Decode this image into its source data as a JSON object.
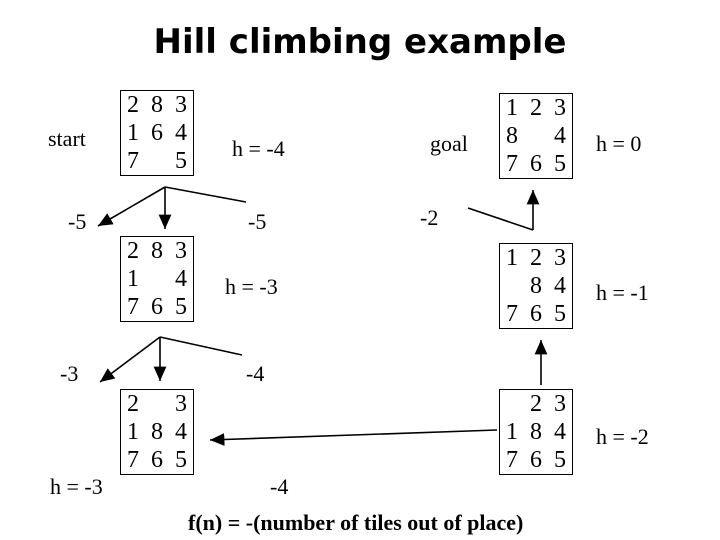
{
  "title": "Hill climbing example",
  "start_label": "start",
  "goal_label": "goal",
  "start_state": {
    "cells": [
      "2",
      "8",
      "3",
      "1",
      "6",
      "4",
      "7",
      "",
      "5"
    ],
    "h": "h = -4"
  },
  "goal_state": {
    "cells": [
      "1",
      "2",
      "3",
      "8",
      "",
      "4",
      "7",
      "6",
      "5"
    ],
    "h": "h = 0"
  },
  "left_level1": {
    "cells": [
      "2",
      "8",
      "3",
      "1",
      "",
      "4",
      "7",
      "6",
      "5"
    ],
    "h": "h = -3"
  },
  "left_level2": {
    "cells": [
      "2",
      "",
      "3",
      "1",
      "8",
      "4",
      "7",
      "6",
      "5"
    ],
    "h": "h = -3"
  },
  "right_level1": {
    "cells": [
      "1",
      "2",
      "3",
      "",
      "8",
      "4",
      "7",
      "6",
      "5"
    ],
    "h": "h = -1"
  },
  "right_level2": {
    "cells": [
      "",
      "2",
      "3",
      "1",
      "8",
      "4",
      "7",
      "6",
      "5"
    ],
    "h": "h = -2"
  },
  "edge_labels": {
    "start_left": "-5",
    "start_down": "-5",
    "goal_edge": "-2",
    "mid_left": "-3",
    "mid_down": "-4",
    "bottom_right": "-4"
  },
  "formula": "f(n) = -(number of tiles out of place)"
}
